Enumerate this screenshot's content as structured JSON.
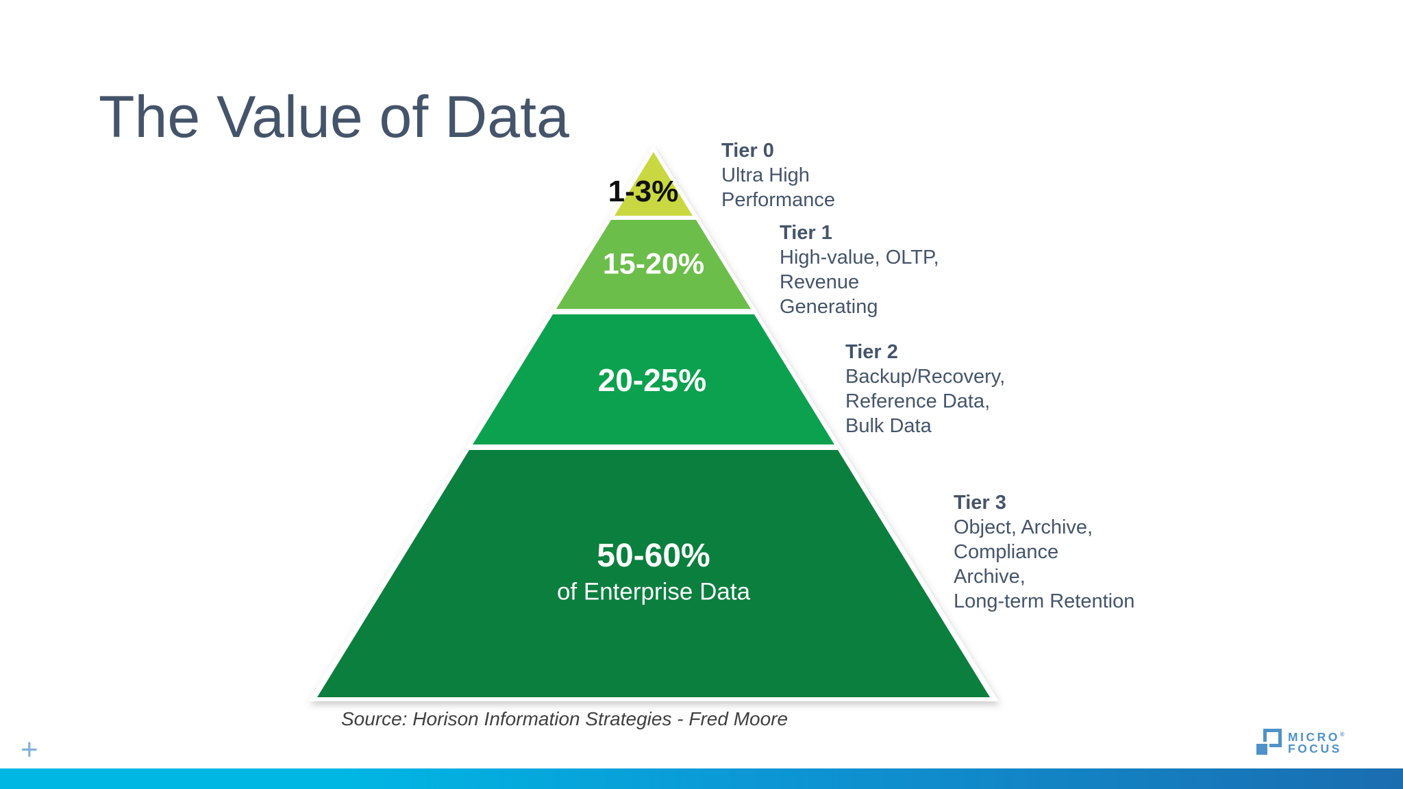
{
  "slide": {
    "title": "The Value of Data",
    "source_note": "Source: Horison Information Strategies - Fred Moore",
    "plus_mark": "+"
  },
  "pyramid": {
    "tiers": [
      {
        "name": "Tier 0",
        "percent": "1-3%",
        "percent_color": "#111111",
        "color": "#c9d840",
        "description_lines": [
          "Ultra High",
          "Performance"
        ]
      },
      {
        "name": "Tier 1",
        "percent": "15-20%",
        "percent_color": "#ffffff",
        "color": "#6cbe4a",
        "description_lines": [
          "High-value, OLTP,",
          "Revenue",
          "Generating"
        ]
      },
      {
        "name": "Tier 2",
        "percent": "20-25%",
        "percent_color": "#ffffff",
        "color": "#0ca14e",
        "description_lines": [
          "Backup/Recovery,",
          "Reference Data,",
          "Bulk Data"
        ]
      },
      {
        "name": "Tier 3",
        "percent": "50-60%",
        "percent_subline": "of Enterprise Data",
        "percent_color": "#ffffff",
        "color": "#0b7f3e",
        "description_lines": [
          "Object, Archive,",
          "Compliance",
          "Archive,",
          "Long-term Retention"
        ]
      }
    ]
  },
  "footer": {
    "logo": {
      "line1": "MICRO",
      "line2": "FOCUS",
      "registered": "®",
      "color": "#4f92c8"
    },
    "bar_colors": {
      "left": "#00b7e4",
      "mid": "#0d93d2",
      "right": "#1a6db0"
    }
  }
}
